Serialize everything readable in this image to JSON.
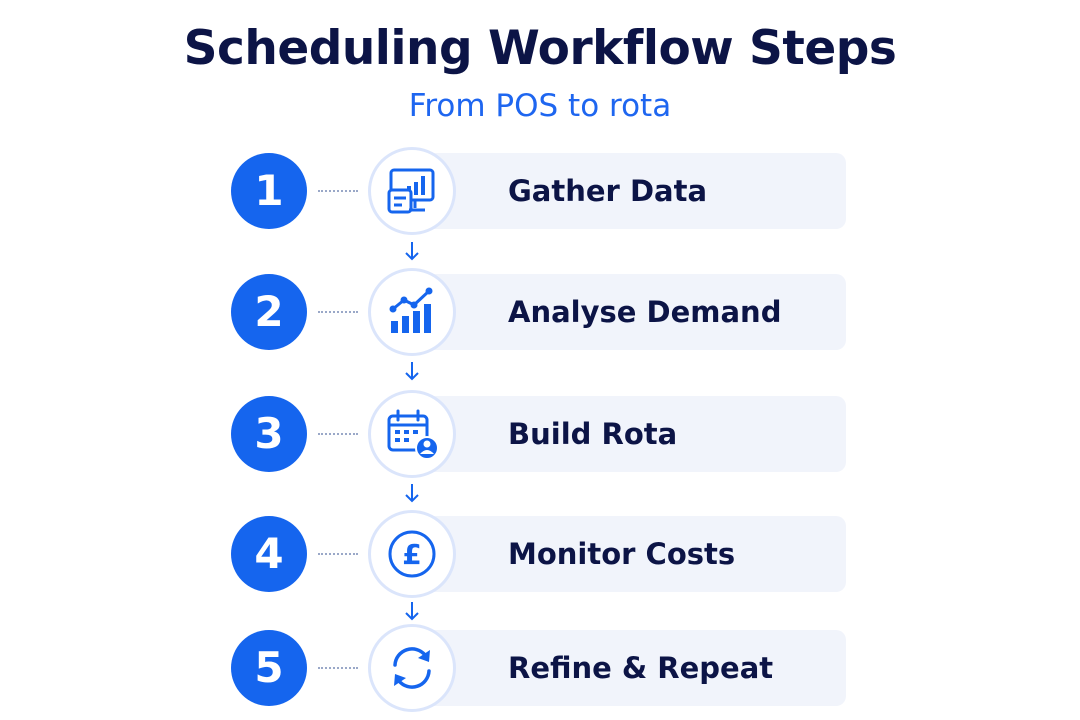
{
  "header": {
    "title": "Scheduling Workflow Steps",
    "subtitle": "From POS to rota"
  },
  "colors": {
    "primary": "#1565ee",
    "title": "#0c1446",
    "subtitle": "#1e66f0",
    "card": "#f1f4fb"
  },
  "steps": [
    {
      "number": "1",
      "label": "Gather Data",
      "icon": "pos-terminal-icon"
    },
    {
      "number": "2",
      "label": "Analyse Demand",
      "icon": "trend-chart-icon"
    },
    {
      "number": "3",
      "label": "Build Rota",
      "icon": "calendar-user-icon"
    },
    {
      "number": "4",
      "label": "Monitor Costs",
      "icon": "pound-coin-icon"
    },
    {
      "number": "5",
      "label": "Refine & Repeat",
      "icon": "refresh-cycle-icon"
    }
  ]
}
